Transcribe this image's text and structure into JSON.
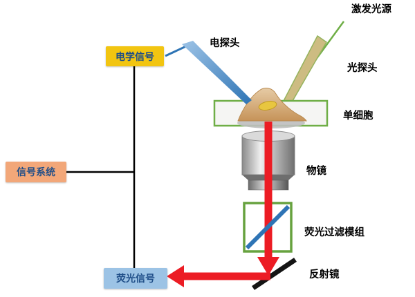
{
  "nodes": {
    "electrical_signal": "电学信号",
    "signal_system": "信号系统",
    "fluorescence_signal": "荧光信号"
  },
  "labels": {
    "excitation_source": "激发光源",
    "electrical_probe": "电探头",
    "optical_probe": "光探头",
    "single_cell": "单细胞",
    "objective_lens": "物镜",
    "fluorescence_filter_module": "荧光过滤模组",
    "reflection_mirror": "反射镜"
  },
  "colors": {
    "electrical_signal_bg": "#F2C511",
    "signal_system_bg": "#F2A779",
    "fluorescence_signal_bg": "#9CC3E5",
    "node_text": "#1F4E88",
    "excitation_line_green": "#6FAE46",
    "probe_blue": "#2E74B5",
    "beam_arrow_red": "#EC1C24",
    "filter_border_green": "#67A23F",
    "mirror_black": "#141414",
    "wire_black": "#000000"
  }
}
